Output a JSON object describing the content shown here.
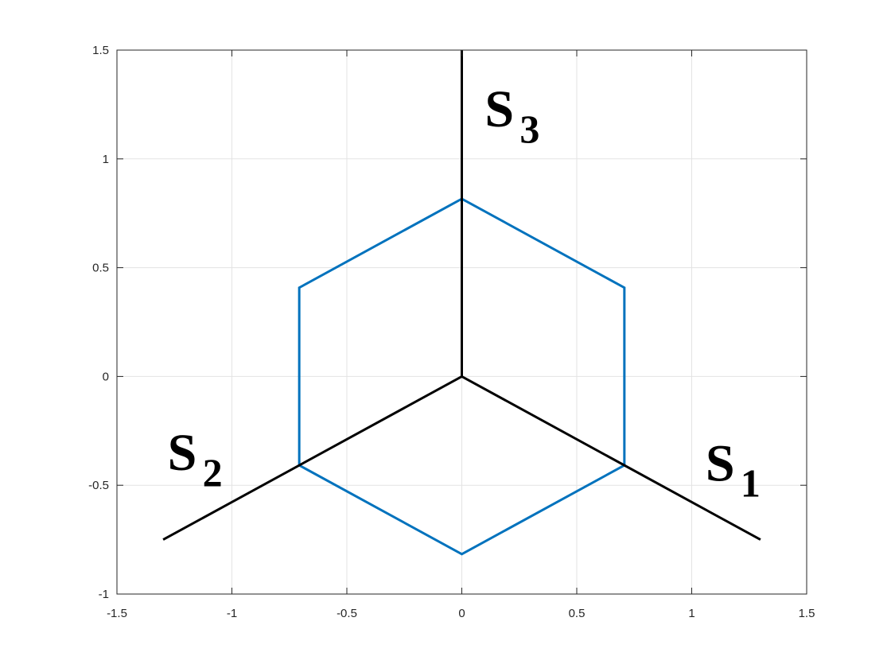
{
  "chart_data": {
    "type": "line",
    "title": "",
    "xlabel": "",
    "ylabel": "",
    "xlim": [
      -1.5,
      1.5
    ],
    "ylim": [
      -1,
      1.5
    ],
    "x_ticks": [
      -1.5,
      -1,
      -0.5,
      0,
      0.5,
      1,
      1.5
    ],
    "x_tick_labels": [
      "-1.5",
      "-1",
      "-0.5",
      "0",
      "0.5",
      "1",
      "1.5"
    ],
    "y_ticks": [
      -1,
      -0.5,
      0,
      0.5,
      1,
      1.5
    ],
    "y_tick_labels": [
      "-1",
      "-0.5",
      "0",
      "0.5",
      "1",
      "1.5"
    ],
    "grid": true,
    "box": true,
    "series": [
      {
        "color": "#0072BD",
        "x": [
          0,
          0.7071,
          0.7071,
          0,
          -0.7071,
          -0.7071,
          0
        ],
        "y": [
          0.8165,
          0.4082,
          -0.4082,
          -0.8165,
          -0.4082,
          0.4082,
          0.8165
        ]
      },
      {
        "color": "#000000",
        "x": [
          0,
          1.299
        ],
        "y": [
          0,
          -0.75
        ]
      },
      {
        "color": "#000000",
        "x": [
          0,
          -1.299
        ],
        "y": [
          0,
          -0.75
        ]
      },
      {
        "color": "#000000",
        "x": [
          0,
          0
        ],
        "y": [
          0,
          1.5
        ]
      }
    ],
    "annotations": [
      {
        "base": "S",
        "sub": "1",
        "x": 1.06,
        "y": -0.48
      },
      {
        "base": "S",
        "sub": "2",
        "x": -1.28,
        "y": -0.43
      },
      {
        "base": "S",
        "sub": "3",
        "x": 0.1,
        "y": 1.15
      }
    ]
  }
}
